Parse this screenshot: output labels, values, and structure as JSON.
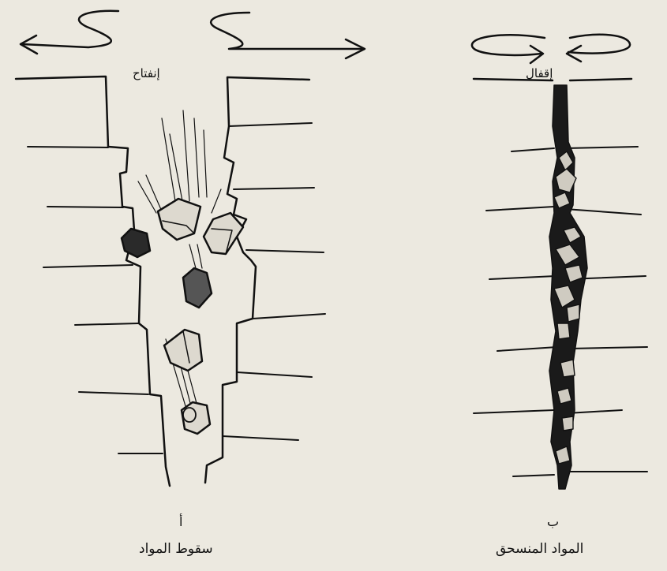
{
  "labels": {
    "opening": "إنفتاح",
    "closing": "إقفال",
    "panel_a_letter": "أ",
    "panel_a_caption": "سقوط المواد",
    "panel_b_letter": "ب",
    "panel_b_caption": "المواد المنسحق"
  },
  "colors": {
    "background": "#ece9e0",
    "ink": "#111111",
    "fill_dark": "#1a1a1a"
  }
}
